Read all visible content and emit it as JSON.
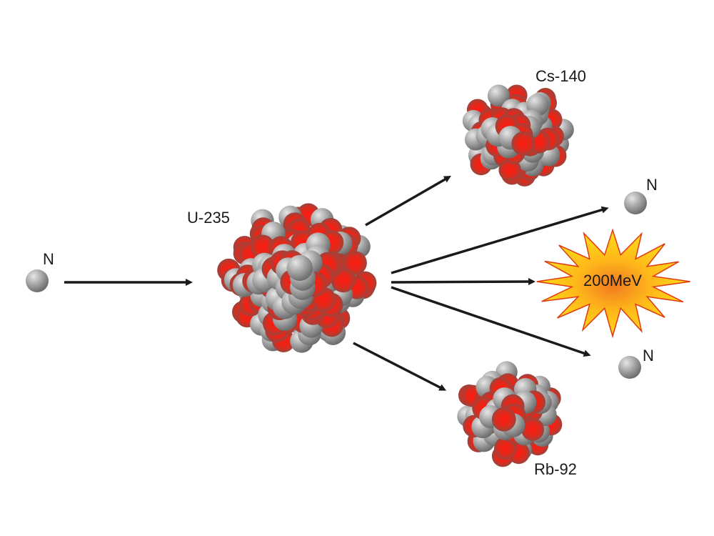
{
  "diagram": {
    "colors": {
      "proton": "#e41e1e",
      "neutron": "#9a9a9a",
      "arrow": "#1a1a1a",
      "burst_fill": "#ffd21a",
      "burst_core": "#f08a1e",
      "burst_stroke": "#e03a10"
    },
    "labels": {
      "incoming_neutron": "N",
      "uranium": "U-235",
      "cesium": "Cs-140",
      "rubidium": "Rb-92",
      "neutron_top": "N",
      "neutron_bottom": "N",
      "energy": "200MeV"
    }
  }
}
